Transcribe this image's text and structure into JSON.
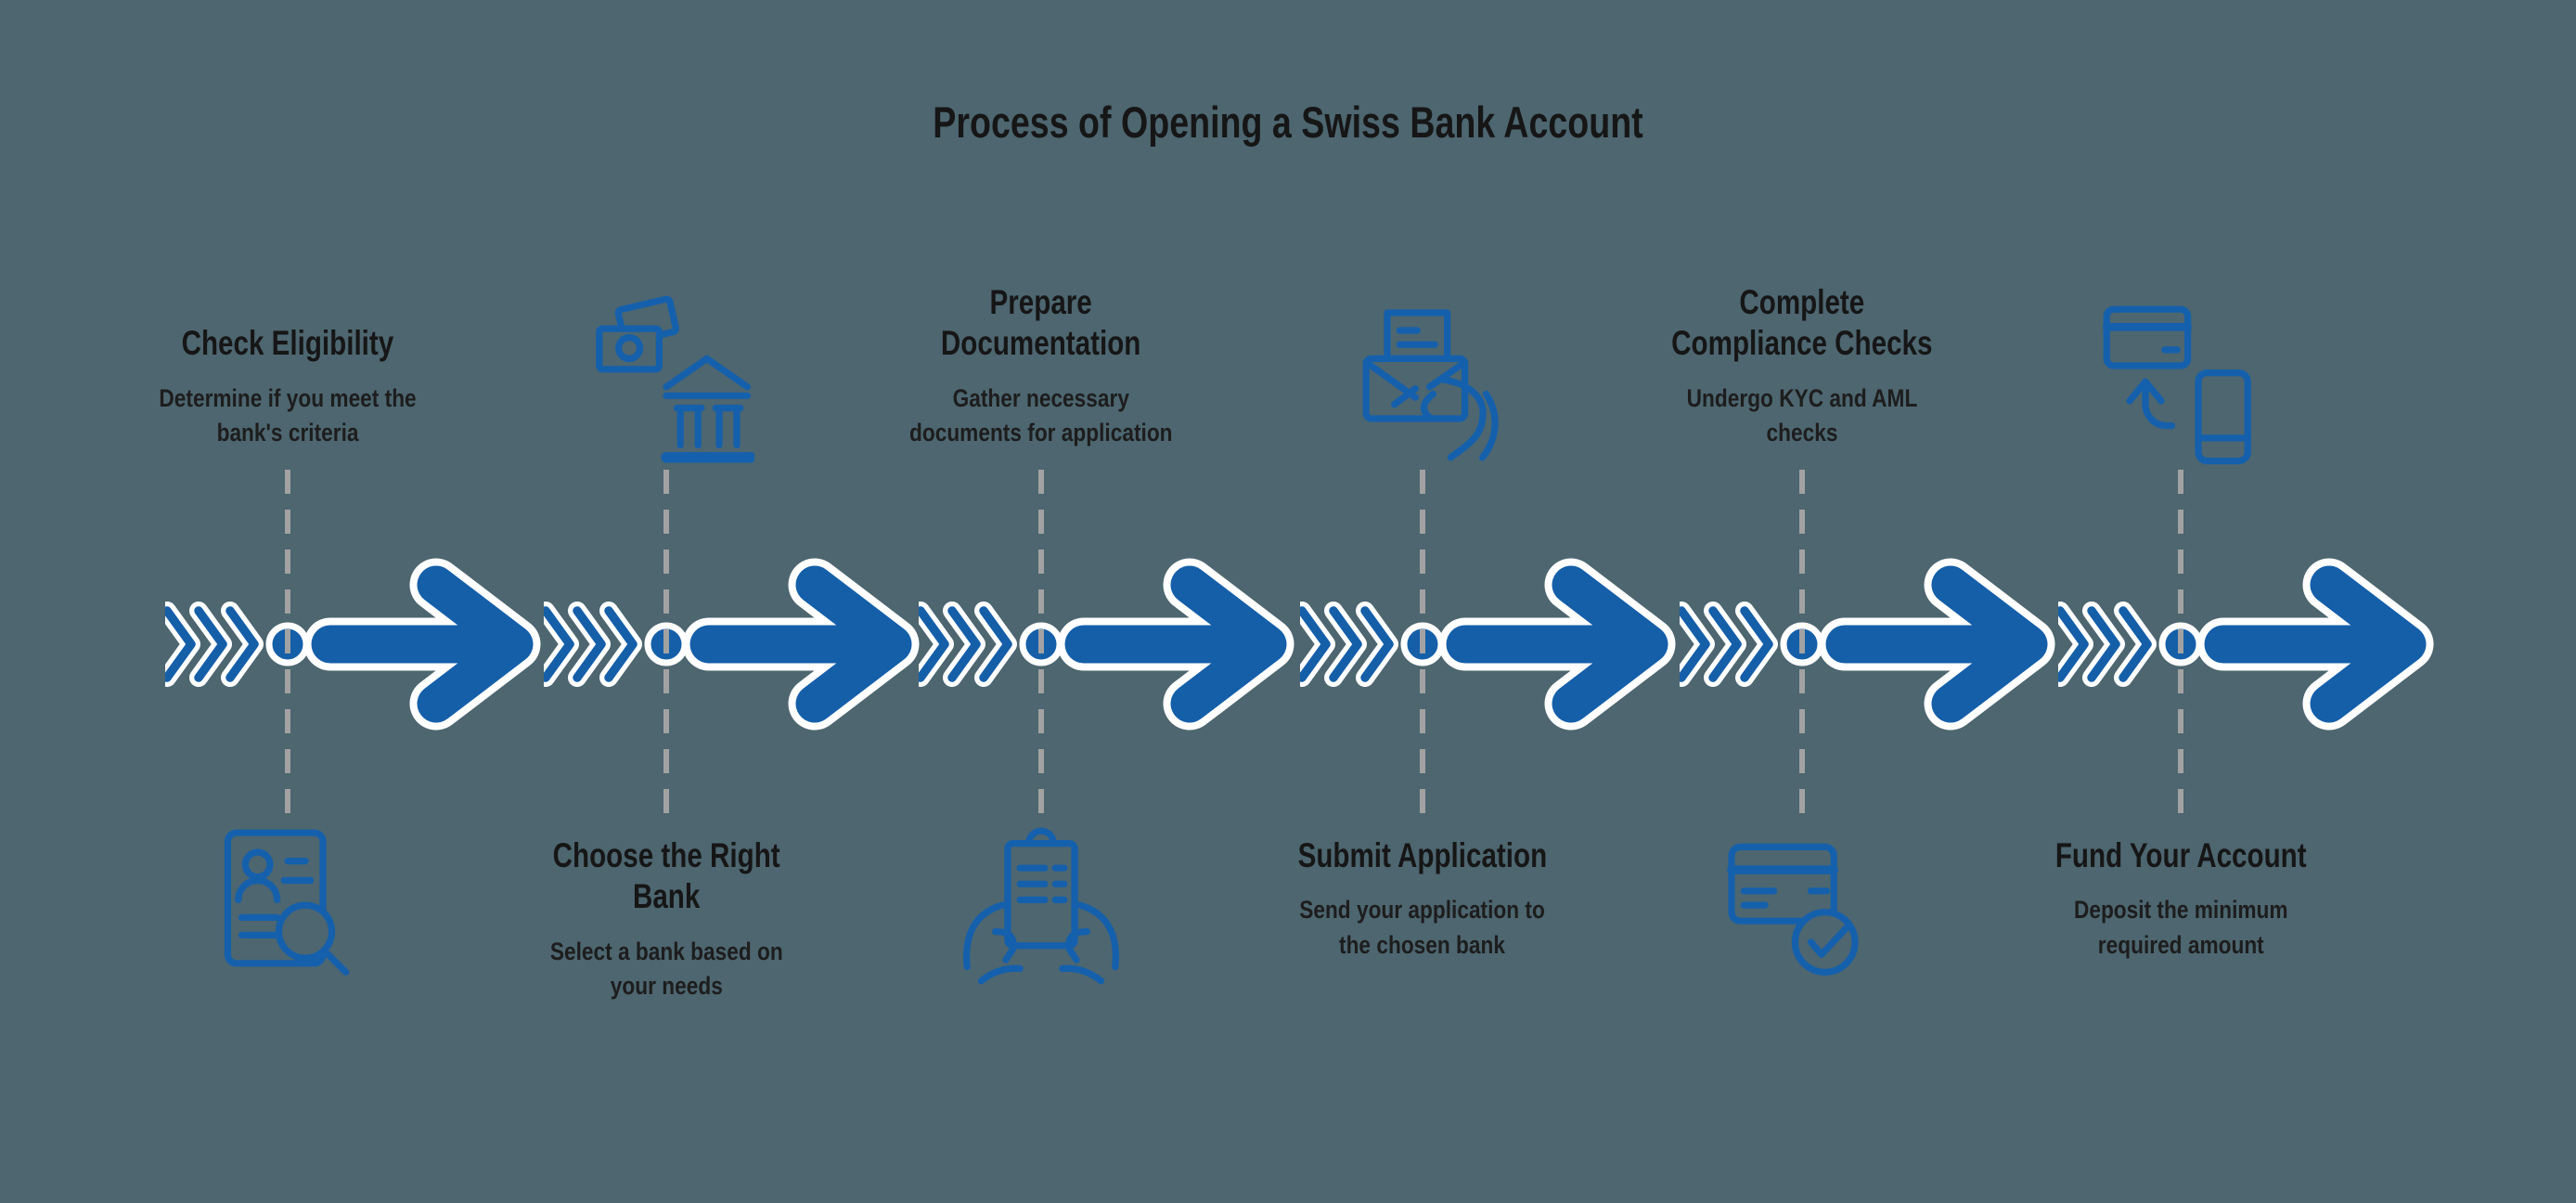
{
  "title": "Process of Opening a Swiss Bank Account",
  "colors": {
    "background": "#4D6670",
    "arrow_blue": "#155FA9",
    "icon_blue": "#1560AC",
    "dash_gray": "#A2A2A2",
    "text_dark": "#161616",
    "outline_white": "#FFFFFF"
  },
  "timeline": {
    "motif": "three chevrons, node circle on dashed line, large arrow pointing right",
    "units_count": 6
  },
  "steps": [
    {
      "id": 1,
      "text_position": "above",
      "icon_position": "below",
      "icon": "profile-document-search-icon",
      "title_lines": [
        "Check Eligibility"
      ],
      "desc_lines": [
        "Determine if you meet the",
        "bank's criteria"
      ]
    },
    {
      "id": 2,
      "text_position": "below",
      "icon_position": "above",
      "icon": "cash-and-bank-icon",
      "title_lines": [
        "Choose the Right",
        "Bank"
      ],
      "desc_lines": [
        "Select a bank based on",
        "your needs"
      ]
    },
    {
      "id": 3,
      "text_position": "above",
      "icon_position": "below",
      "icon": "hands-holding-document-icon",
      "title_lines": [
        "Prepare",
        "Documentation"
      ],
      "desc_lines": [
        "Gather necessary",
        "documents for application"
      ]
    },
    {
      "id": 4,
      "text_position": "below",
      "icon_position": "above",
      "icon": "hand-holding-envelope-icon",
      "title_lines": [
        "Submit Application"
      ],
      "desc_lines": [
        "Send your application to",
        "the chosen bank"
      ]
    },
    {
      "id": 5,
      "text_position": "above",
      "icon_position": "below",
      "icon": "card-with-check-icon",
      "title_lines": [
        "Complete",
        "Compliance Checks"
      ],
      "desc_lines": [
        "Undergo KYC and AML",
        "checks"
      ]
    },
    {
      "id": 6,
      "text_position": "below",
      "icon_position": "above",
      "icon": "card-to-phone-transfer-icon",
      "title_lines": [
        "Fund Your Account"
      ],
      "desc_lines": [
        "Deposit the minimum",
        "required amount"
      ]
    }
  ]
}
